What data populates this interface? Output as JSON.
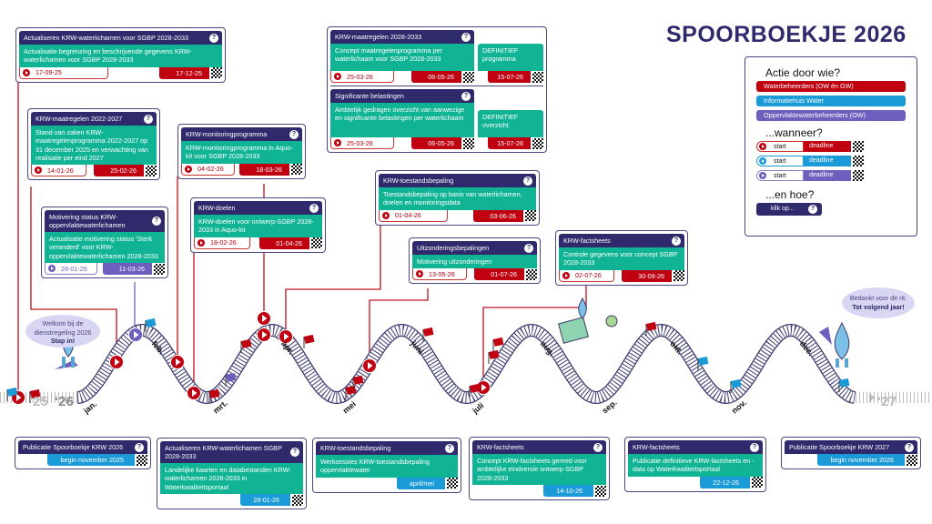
{
  "title": "SPOORBOEKJE 2026",
  "colors": {
    "navy": "#2e2a6b",
    "teal": "#10b495",
    "red": "#c00010",
    "blue": "#1a9ad6",
    "purple": "#6e5fbf"
  },
  "cards": [
    {
      "title": "Actualiseren KRW-waterlichamen voor SGBP 2028-2033",
      "body": "Actualisatie begrenzing en beschrijvende gegevens KRW-waterlichamen voor SGBP 2028-2033",
      "start": "17-09-25",
      "deadline": "17-12-25",
      "color": "red"
    },
    {
      "title": "KRW-maatregelen 2022-2027",
      "body": "Stand van zaken KRW-maatregelenprogramma 2022-2027 op 31 december 2025 en verwachting van realisatie per eind 2027",
      "start": "14-01-26",
      "deadline": "25-02-26",
      "color": "red"
    },
    {
      "title": "Motivering status KRW-oppervlaktewaterlichamen",
      "body": "Actualisatie motivering status 'Sterk veranderd' voor KRW-oppervlaktewaterlichamen 2028-2033",
      "start": "28-01-26",
      "deadline": "11-03-26",
      "color": "purple"
    },
    {
      "title": "KRW-monitoringprogramma",
      "body": "KRW-monitoringprogramma in Aquo-kit voor SGBP 2028-2033",
      "start": "04-02-26",
      "deadline": "18-03-26",
      "color": "red"
    },
    {
      "title": "KRW-doelen",
      "body": "KRW-doelen voor ontwerp-SGBP 2028-2033 in Aquo-kit",
      "start": "18-02-26",
      "deadline": "01-04-26",
      "color": "red"
    },
    {
      "title": "KRW-toestandsbepaling",
      "body": "Toestandsbepaling op basis van waterlichamen, doelen en monitoringsdata",
      "start": "01-04-26",
      "deadline": "03-06-26",
      "color": "red"
    },
    {
      "title": "Uitzonderingsbepalingen",
      "body": "Motivering uitzonderingen",
      "start": "13-05-26",
      "deadline": "01-07-26",
      "color": "red"
    },
    {
      "title": "KRW-factsheets",
      "body": "Controle gegevens voor concept SGBP 2028-2033",
      "start": "02-07-26",
      "deadline": "30-09-26",
      "color": "red"
    }
  ],
  "combo": [
    {
      "title": "KRW-maatregelen 2028-2033",
      "body": "Concept maatregelenprogramma per waterlichaam voor SGBP 2028-2033",
      "start": "25-03-26",
      "deadline": "06-05-26",
      "final_label": "DEFINITIEF programma",
      "final_deadline": "15-07-26"
    },
    {
      "title": "Significante belastingen",
      "body": "Ambtelijk gedragen overzicht van aanwezige en significante belastingen per waterlichaam",
      "start": "25-03-26",
      "deadline": "06-05-26",
      "final_label": "DEFINITIEF overzicht",
      "final_deadline": "15-07-26"
    }
  ],
  "bottom": [
    {
      "title": "Publicatie Spoorboekje KRW 2026",
      "body": "",
      "deadline": "begin november 2025"
    },
    {
      "title": "Actualiseren KRW-waterlichamen SGBP 2028-2033",
      "body": "Landelijke kaarten en databestanden KRW-waterlichamen 2028-2033 in Waterkwaliteitsportaal",
      "deadline": "28-01-26"
    },
    {
      "title": "KRW-toestandsbepaling",
      "body": "Werksessies KRW-toestandsbepaling oppervlaktewater",
      "deadline": "april/mei"
    },
    {
      "title": "KRW-factsheets",
      "body": "Concept KRW-factsheets gereed voor ambtelijke eindversie ontwerp-SGBP 2028-2033",
      "deadline": "14-10-26"
    },
    {
      "title": "KRW-factsheets",
      "body": "Publicatie definitieve KRW-factsheets en -data op Waterkwaliteitsportaal",
      "deadline": "22-12-26"
    },
    {
      "title": "Publicatie Spoorboekje KRW 2027",
      "body": "",
      "deadline": "begin november 2026"
    }
  ],
  "legend": {
    "who_heading": "Actie door wie?",
    "who": [
      "Waterbeheerders (OW én GW)",
      "Informatiehuis Water",
      "Oppervlaktewaterbeheerders (OW)"
    ],
    "when_heading": "...wanneer?",
    "start": "start",
    "deadline": "deadline",
    "how_heading": "...en hoe?",
    "click": "klik op..."
  },
  "help_glyph": "?",
  "months": [
    "jan.",
    "feb.",
    "mrt.",
    "apr.",
    "mei",
    "juni",
    "juli",
    "aug.",
    "sep.",
    "okt.",
    "nov.",
    "dec."
  ],
  "years": {
    "prev": "‘25",
    "current": "‘26",
    "next": "‘27"
  },
  "bubble_start": {
    "line1": "Welkom bij de dienstregeling 2026",
    "line2": "Stap in!"
  },
  "bubble_end": {
    "line1": "Bedankt voor de rit.",
    "line2": "Tot volgend jaar!"
  }
}
